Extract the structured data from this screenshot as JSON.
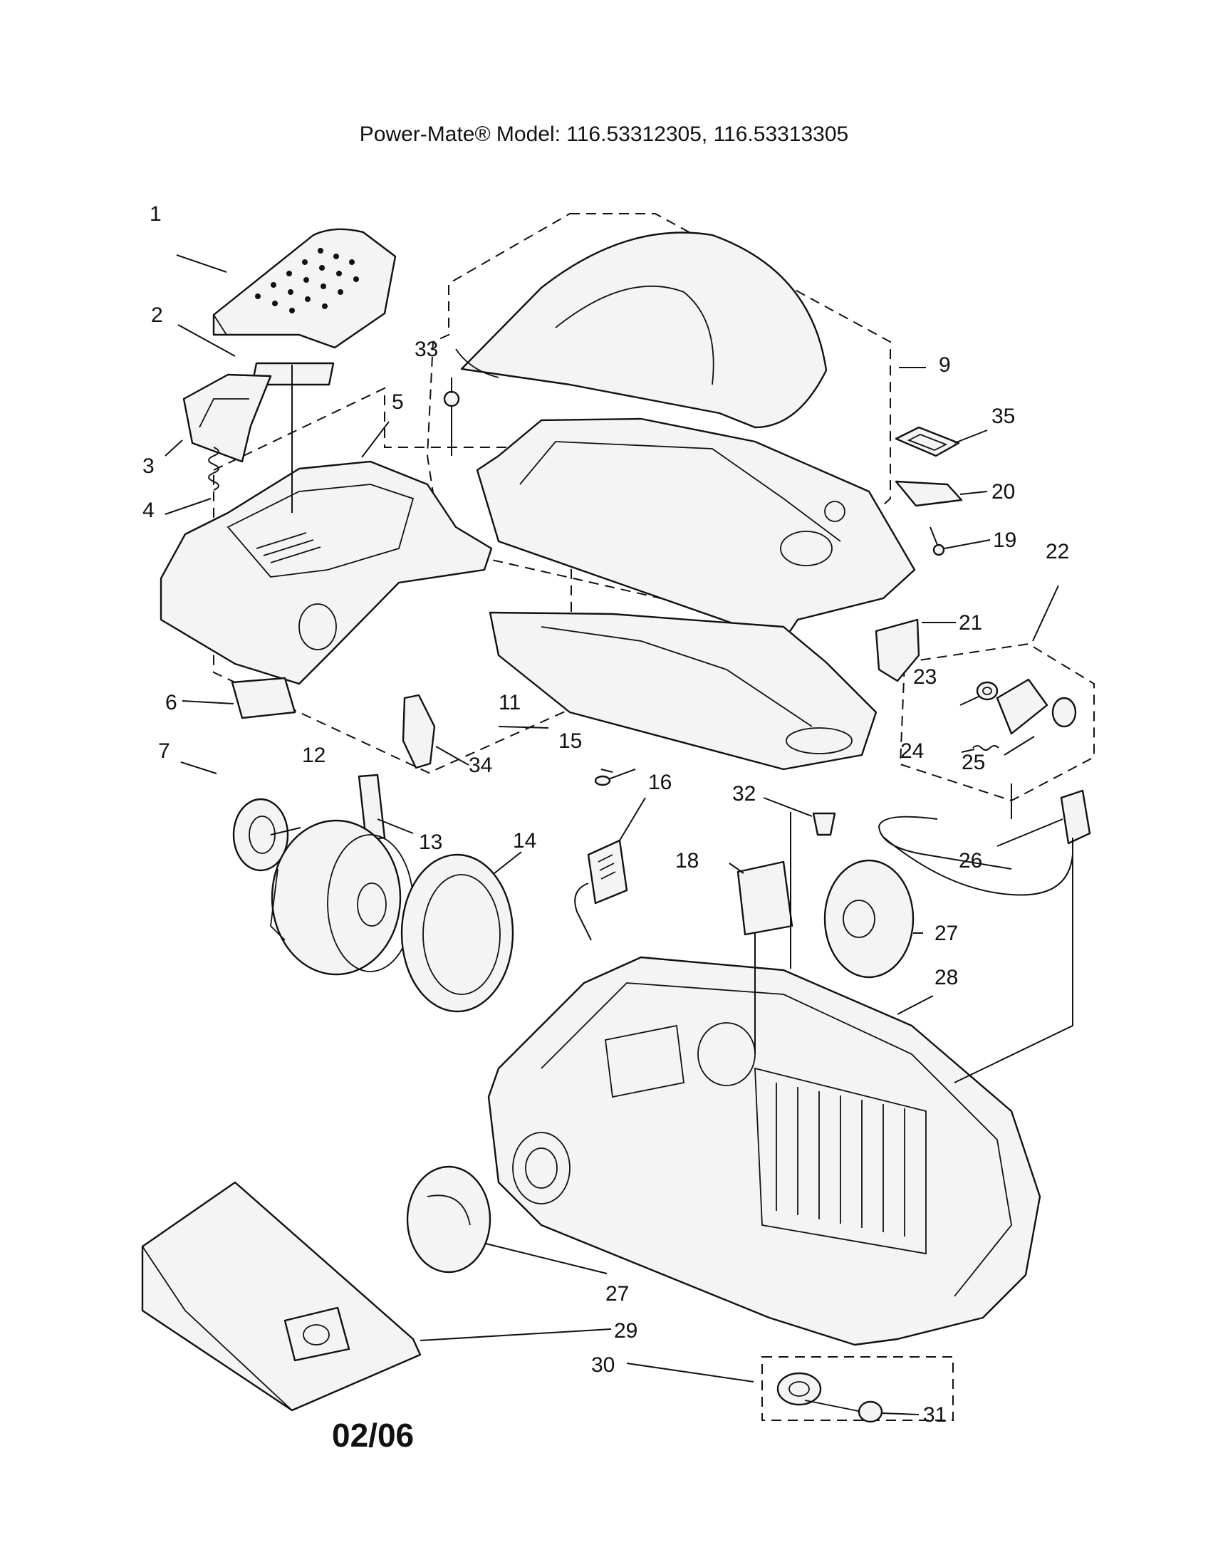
{
  "title": "Power-Mate® Model:  116.53312305, 116.53313305",
  "date_code": "02/06",
  "part_numbers": {
    "p1": "1",
    "p2": "2",
    "p3": "3",
    "p4": "4",
    "p5": "5",
    "p6": "6",
    "p7": "7",
    "p9": "9",
    "p11": "11",
    "p12": "12",
    "p13": "13",
    "p14": "14",
    "p15": "15",
    "p16": "16",
    "p18": "18",
    "p19": "19",
    "p20": "20",
    "p21": "21",
    "p22": "22",
    "p23": "23",
    "p24": "24",
    "p25": "25",
    "p26": "26",
    "p27a": "27",
    "p27b": "27",
    "p28": "28",
    "p29": "29",
    "p30": "30",
    "p31": "31",
    "p32": "32",
    "p33": "33",
    "p34": "34",
    "p35": "35"
  }
}
